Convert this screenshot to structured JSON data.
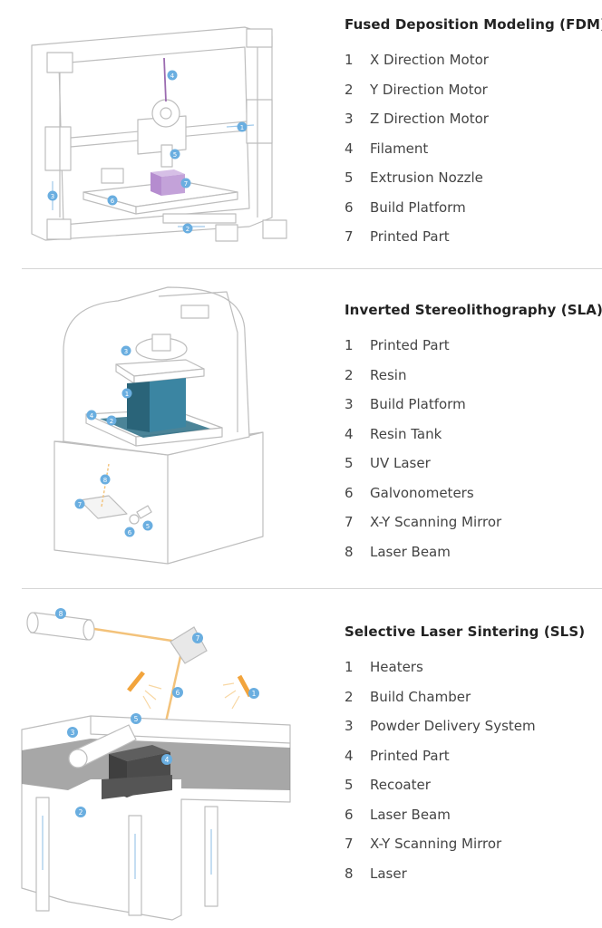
{
  "sections": [
    {
      "title": "Fused Deposition Modeling (FDM)",
      "items": [
        {
          "num": "1",
          "label": "X Direction Motor"
        },
        {
          "num": "2",
          "label": "Y Direction Motor"
        },
        {
          "num": "3",
          "label": "Z Direction Motor"
        },
        {
          "num": "4",
          "label": "Filament"
        },
        {
          "num": "5",
          "label": "Extrusion Nozzle"
        },
        {
          "num": "6",
          "label": "Build Platform"
        },
        {
          "num": "7",
          "label": "Printed Part"
        }
      ]
    },
    {
      "title": "Inverted Stereolithography (SLA)",
      "items": [
        {
          "num": "1",
          "label": "Printed Part"
        },
        {
          "num": "2",
          "label": "Resin"
        },
        {
          "num": "3",
          "label": "Build Platform"
        },
        {
          "num": "4",
          "label": "Resin Tank"
        },
        {
          "num": "5",
          "label": "UV Laser"
        },
        {
          "num": "6",
          "label": "Galvonometers"
        },
        {
          "num": "7",
          "label": "X-Y Scanning Mirror"
        },
        {
          "num": "8",
          "label": "Laser Beam"
        }
      ]
    },
    {
      "title": "Selective Laser Sintering (SLS)",
      "items": [
        {
          "num": "1",
          "label": "Heaters"
        },
        {
          "num": "2",
          "label": "Build Chamber"
        },
        {
          "num": "3",
          "label": "Powder Delivery System"
        },
        {
          "num": "4",
          "label": "Printed Part"
        },
        {
          "num": "5",
          "label": "Recoater"
        },
        {
          "num": "6",
          "label": "Laser Beam"
        },
        {
          "num": "7",
          "label": "X-Y Scanning Mirror"
        },
        {
          "num": "8",
          "label": "Laser"
        }
      ]
    }
  ],
  "callouts": {
    "fdm": [
      "1",
      "2",
      "3",
      "4",
      "5",
      "6",
      "7"
    ],
    "sla": [
      "1",
      "2",
      "3",
      "4",
      "5",
      "6",
      "7",
      "8"
    ],
    "sls": [
      "1",
      "2",
      "3",
      "4",
      "5",
      "6",
      "7",
      "8"
    ]
  },
  "colors": {
    "callout": "#6aaee0",
    "filament": "#9b6bb0",
    "printed_part_fdm": "#c3a2d9",
    "resin": "#2c6e86",
    "laser": "#f3c27a",
    "heater": "#f2a43c",
    "powder": "#8a8a8a",
    "line": "#bdbdbd"
  }
}
